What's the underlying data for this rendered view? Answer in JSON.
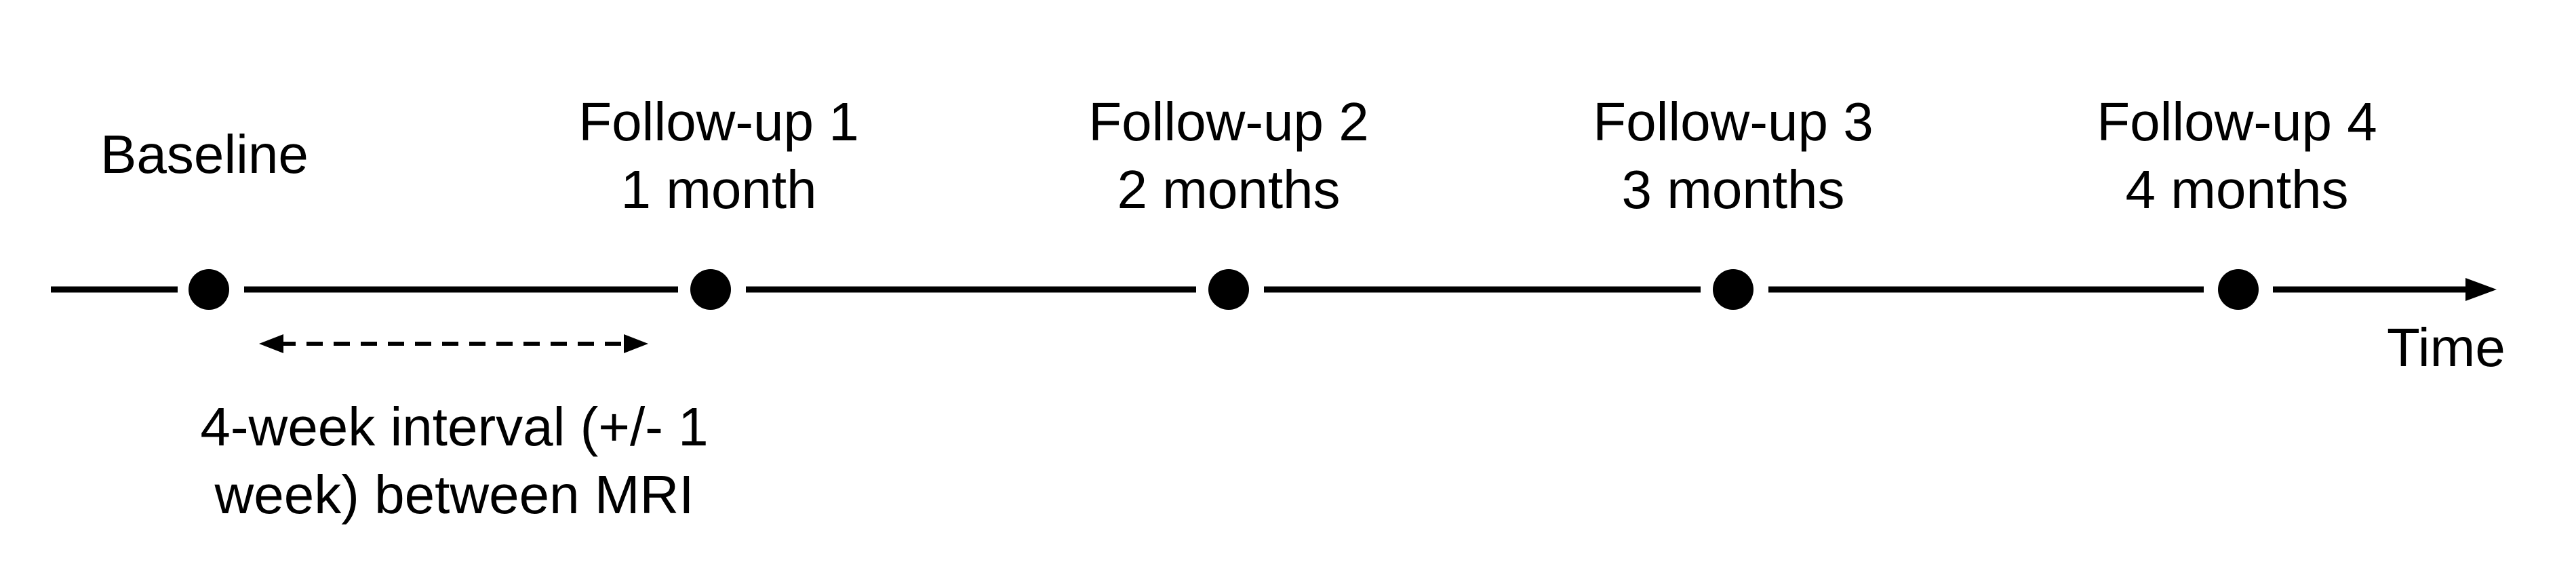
{
  "timepoints": [
    {
      "title": "Baseline",
      "subtitle": ""
    },
    {
      "title": "Follow-up 1",
      "subtitle": "1 month"
    },
    {
      "title": "Follow-up 2",
      "subtitle": "2 months"
    },
    {
      "title": "Follow-up 3",
      "subtitle": "3 months"
    },
    {
      "title": "Follow-up 4",
      "subtitle": "4 months"
    }
  ],
  "axis_label": "Time",
  "interval_note": {
    "line1": "4-week interval (+/- 1",
    "line2": "week) between MRI"
  },
  "colors": {
    "line": "#000000",
    "background": "#ffffff"
  }
}
